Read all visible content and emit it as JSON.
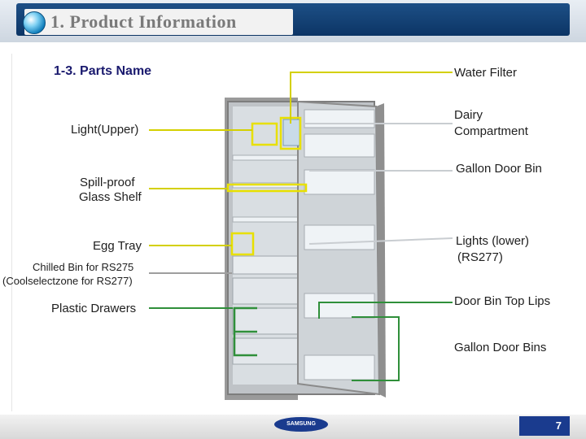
{
  "header": {
    "title": "1. Product Information",
    "icon": "globe-icon"
  },
  "section": {
    "title": "1-3.  Parts Name"
  },
  "labels": {
    "water_filter": "Water Filter",
    "dairy_line1": "Dairy",
    "dairy_line2": "Compartment",
    "gallon_door_bin": "Gallon Door Bin",
    "light_upper": "Light(Upper)",
    "spill_line1": "Spill-proof",
    "spill_line2": "Glass Shelf",
    "egg_tray": "Egg Tray",
    "chilled_line1": "Chilled Bin for RS275",
    "chilled_line2": "(Coolselectzone for RS277)",
    "plastic_drawers": "Plastic Drawers",
    "lights_lower_line1": "Lights (lower)",
    "lights_lower_line2": "(RS277)",
    "door_bin_top_lips": "Door Bin Top Lips",
    "gallon_door_bins": "Gallon Door Bins"
  },
  "footer": {
    "logo": "SAMSUNG",
    "page_number": "7"
  },
  "colors": {
    "header_blue": "#0c3565",
    "highlight_yellow": "#e8e000",
    "line_yellow": "#d4d000",
    "green_line": "#2f8f3a"
  }
}
